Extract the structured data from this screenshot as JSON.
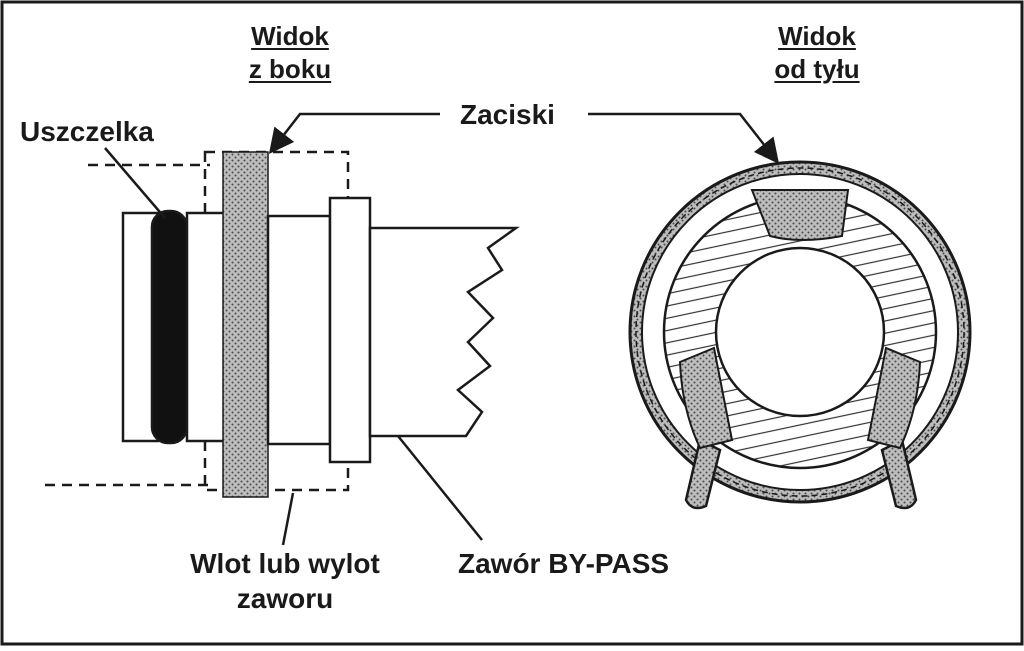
{
  "labels": {
    "side_view_line1": "Widok",
    "side_view_line2": "z boku",
    "rear_view_line1": "Widok",
    "rear_view_line2": "od tyłu",
    "clamps": "Zaciski",
    "seal": "Uszczelka",
    "inlet_line1": "Wlot lub wylot",
    "inlet_line2": "zaworu",
    "bypass_valve": "Zawór BY-PASS"
  },
  "colors": {
    "ink": "#1a1a1a",
    "stipple": "#9a9a9a",
    "background": "#ffffff"
  }
}
